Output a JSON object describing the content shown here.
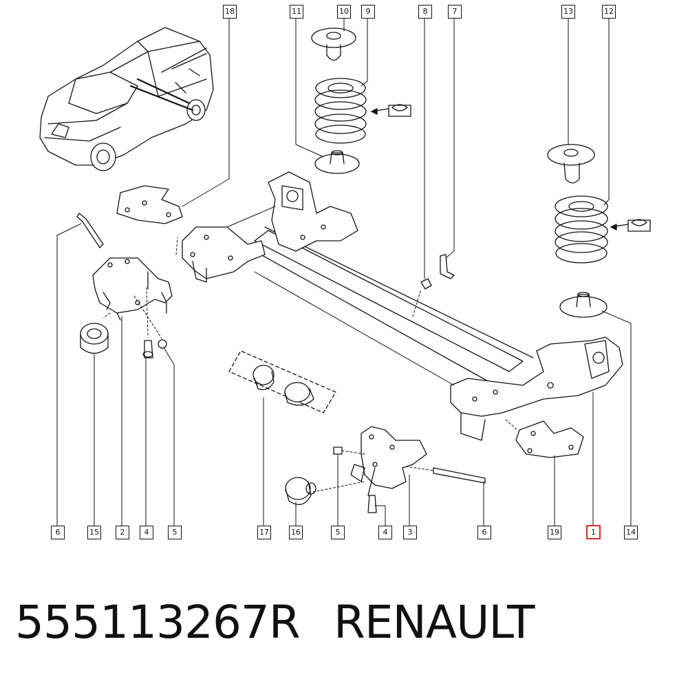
{
  "diagram": {
    "callouts": {
      "top": [
        "18",
        "11",
        "10",
        "9",
        "8",
        "7",
        "13",
        "12"
      ],
      "bottom": [
        "6",
        "15",
        "2",
        "4",
        "5",
        "17",
        "16",
        "5",
        "4",
        "3",
        "6",
        "19",
        "1",
        "14"
      ],
      "highlighted": "1"
    }
  },
  "caption": {
    "part_number": "555113267R",
    "brand": "RENAULT"
  },
  "colors": {
    "line": "#111111",
    "highlight": "#d62d2d"
  }
}
